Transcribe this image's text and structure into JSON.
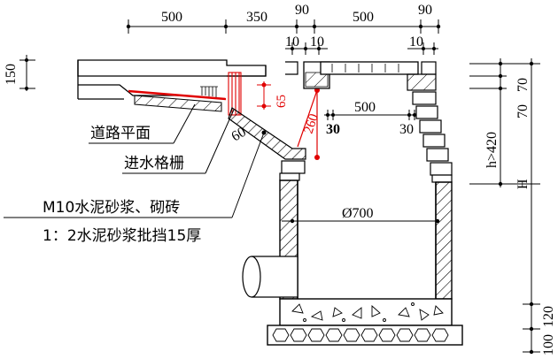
{
  "top_dimensions": {
    "d500_left": "500",
    "d350": "350",
    "d90_left": "90",
    "d500_right": "500",
    "d90_right": "90",
    "d10_a": "10",
    "d10_b": "10",
    "d10_c": "10"
  },
  "left_dimensions": {
    "d150": "150"
  },
  "red_dimensions": {
    "d65": "65",
    "d260": "260"
  },
  "inner_dimensions": {
    "d500_grate": "500",
    "d30_left": "30",
    "d30_right": "30",
    "angle_60": "60",
    "diameter": "Ø700"
  },
  "right_dimensions": {
    "d70_a": "70",
    "d70_b": "70",
    "h_min": "h>420",
    "H": "H",
    "d120": "120",
    "d100": "100"
  },
  "labels": {
    "road_plane": "道路平面",
    "inlet_grate": "进水格栅",
    "mortar_brick": "M10水泥砂浆、砌砖",
    "plaster": "1：2水泥砂浆批挡15厚"
  },
  "colors": {
    "line": "#000000",
    "accent": "#e00000"
  }
}
